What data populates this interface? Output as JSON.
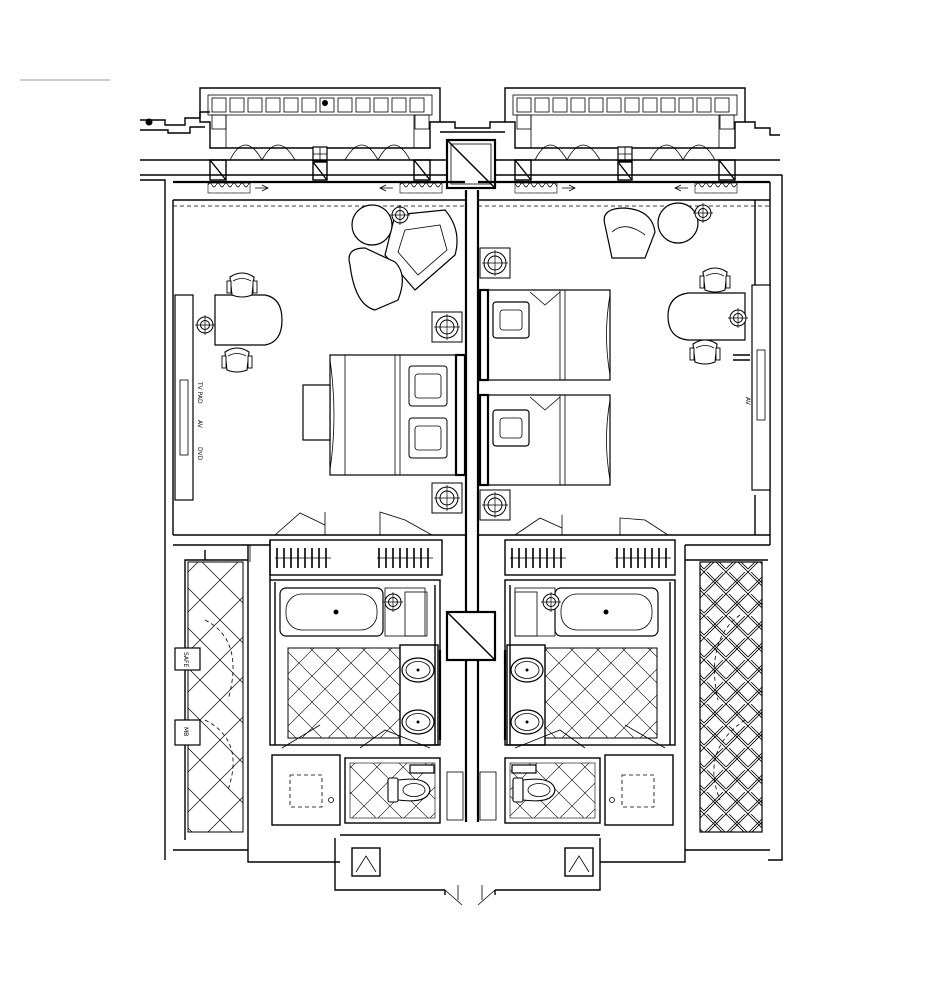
{
  "labels": {
    "tv_pad": "TV PAD",
    "av_left": "AV",
    "dvd": "DVD",
    "safe": "SAFE",
    "mb": "MB",
    "av_right": "AV"
  }
}
